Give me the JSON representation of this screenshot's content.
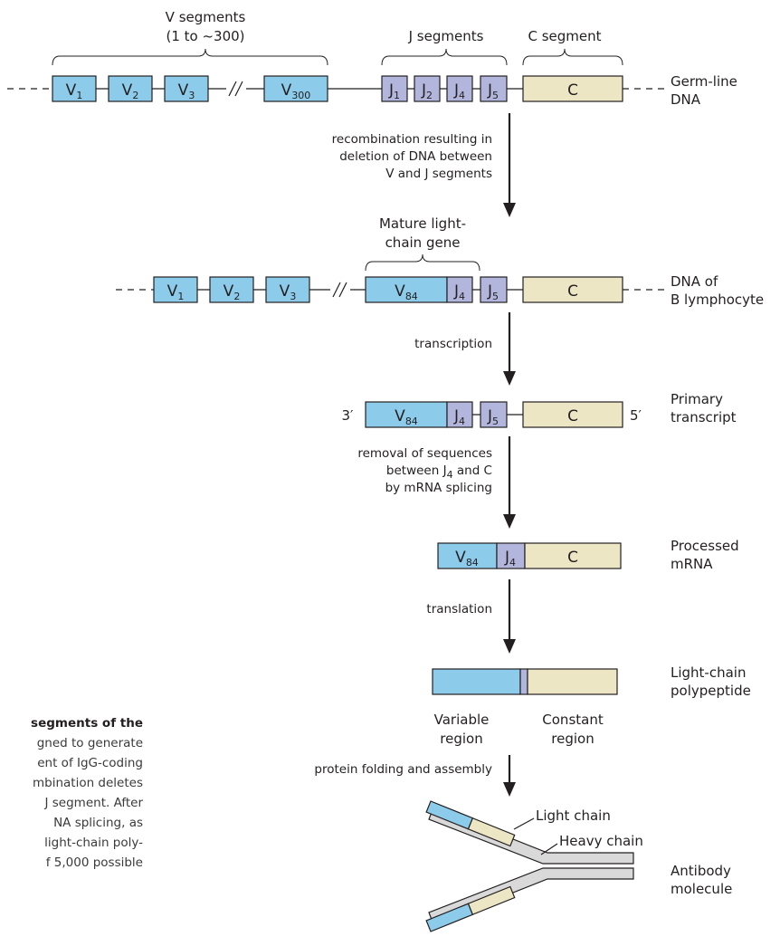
{
  "germline": {
    "v_header": "V segments",
    "v_range": "(1 to ~300)",
    "j_header": "J segments",
    "c_header": "C segment",
    "label1": "Germ-line",
    "label2": "DNA",
    "v_boxes": [
      {
        "main": "V",
        "sub": "1"
      },
      {
        "main": "V",
        "sub": "2"
      },
      {
        "main": "V",
        "sub": "3"
      },
      {
        "main": "V",
        "sub": "300"
      }
    ],
    "j_boxes": [
      {
        "main": "J",
        "sub": "1"
      },
      {
        "main": "J",
        "sub": "2"
      },
      {
        "main": "J",
        "sub": "4"
      },
      {
        "main": "J",
        "sub": "5"
      }
    ],
    "c_box": "C"
  },
  "step1": {
    "lines": [
      "recombination resulting in",
      "deletion of DNA between",
      "V and J segments"
    ]
  },
  "mature": {
    "label1": "Mature light-",
    "label2": "chain gene"
  },
  "bcell": {
    "label1": "DNA of",
    "label2": "B lymphocyte",
    "v_boxes": [
      {
        "main": "V",
        "sub": "1"
      },
      {
        "main": "V",
        "sub": "2"
      },
      {
        "main": "V",
        "sub": "3"
      }
    ],
    "vj": {
      "main": "V",
      "sub": "84"
    },
    "j4": {
      "main": "J",
      "sub": "4"
    },
    "j5": {
      "main": "J",
      "sub": "5"
    },
    "c_box": "C"
  },
  "step2": {
    "label": "transcription"
  },
  "primary": {
    "label1": "Primary",
    "label2": "transcript",
    "end3": "3′",
    "end5": "5′",
    "v": {
      "main": "V",
      "sub": "84"
    },
    "j4": {
      "main": "J",
      "sub": "4"
    },
    "j5": {
      "main": "J",
      "sub": "5"
    },
    "c_box": "C"
  },
  "step3": {
    "line1": "removal of sequences",
    "line2_pre": "between J",
    "line2_sub": "4",
    "line2_post": " and C",
    "line3": "by mRNA splicing"
  },
  "processed": {
    "label1": "Processed",
    "label2": "mRNA",
    "v": {
      "main": "V",
      "sub": "84"
    },
    "j4": {
      "main": "J",
      "sub": "4"
    },
    "c_box": "C"
  },
  "step4": {
    "label": "translation"
  },
  "polypeptide": {
    "label1": "Light-chain",
    "label2": "polypeptide",
    "variable1": "Variable",
    "variable2": "region",
    "constant1": "Constant",
    "constant2": "region"
  },
  "step5": {
    "label": "protein folding and assembly"
  },
  "antibody": {
    "label1": "Antibody",
    "label2": "molecule",
    "light_chain": "Light chain",
    "heavy_chain": "Heavy chain"
  },
  "caption": {
    "lines": [
      "segments of the",
      "gned to generate",
      "ent of IgG-coding",
      "mbination deletes",
      "J segment. After",
      "NA splicing, as",
      "light-chain poly-",
      "f 5,000 possible"
    ]
  },
  "colors": {
    "variable": "#8ccbea",
    "joining": "#b3b6dc",
    "constant": "#ece6c4",
    "heavy": "#d9d9d9"
  }
}
